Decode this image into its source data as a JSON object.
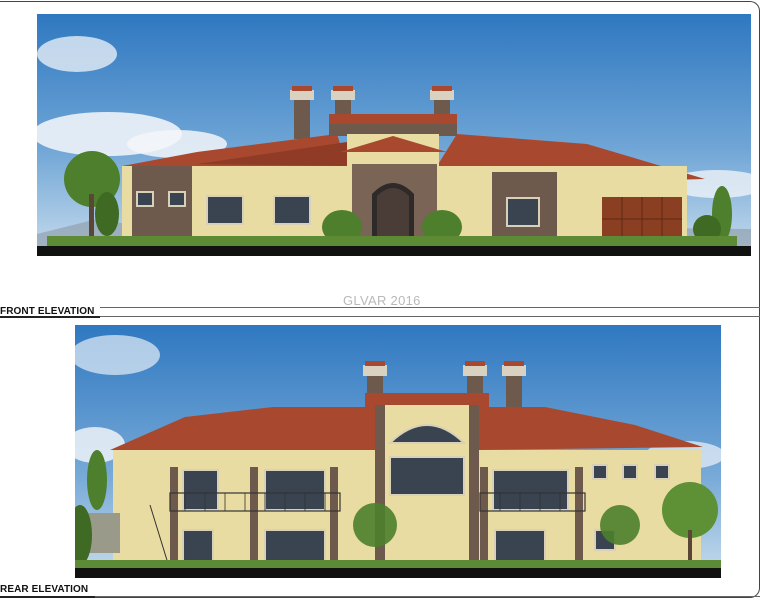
{
  "front_elevation": {
    "label": "FRONT ELEVATION"
  },
  "rear_elevation": {
    "label": "REAR ELEVATION"
  },
  "watermark": "GLVAR 2016",
  "colors": {
    "sky_top": "#2f78c0",
    "sky_bottom": "#b6d3ea",
    "stucco": "#e9dca2",
    "roof_tile": "#a8492f",
    "stone": "#6e5a4c",
    "garage_door": "#8a3f22",
    "foliage": "#4d7f2c",
    "ground_line": "#111111"
  }
}
